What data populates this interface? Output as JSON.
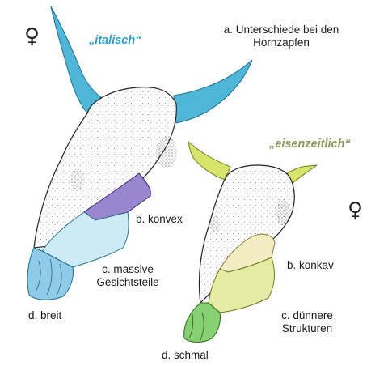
{
  "colors": {
    "italic_horn": "#4fb6d8",
    "italic_forehead": "#9a86cf",
    "italic_face": "#cdebf4",
    "italic_mouth": "#8fcbe8",
    "iron_horn": "#d7e36a",
    "iron_forehead": "#f2ecc2",
    "iron_face": "#e6eba4",
    "iron_mouth": "#86cf72",
    "title_italic": "#2a9fcc",
    "title_iron": "#8a9a5a"
  },
  "left_skull": {
    "title": "„italisch“",
    "sex_symbol": "♀",
    "label_b": "b. konvex",
    "label_c_line1": "c. massive",
    "label_c_line2": "Gesichtsteile",
    "label_d": "d. breit"
  },
  "right_skull": {
    "title": "„eisenzeitlich“",
    "sex_symbol": "♀",
    "label_b": "b. konkav",
    "label_c_line1": "c. dünnere",
    "label_c_line2": "Strukturen",
    "label_d": "d. schmal"
  },
  "label_a_line1": "a. Unterschiede bei den",
  "label_a_line2": "Hornzapfen"
}
